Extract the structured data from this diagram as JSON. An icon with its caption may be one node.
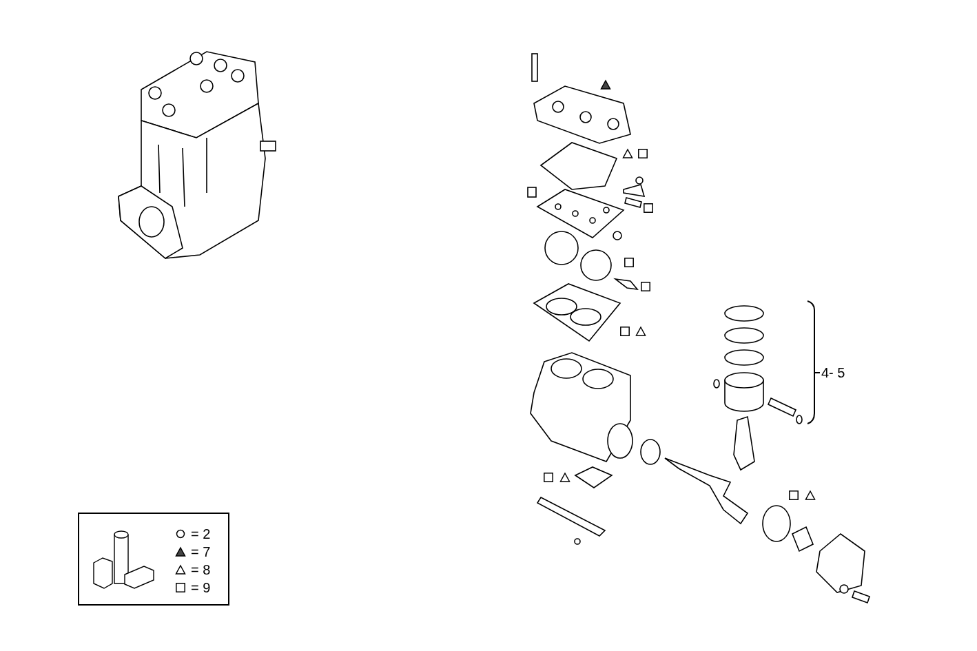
{
  "diagram": {
    "labels": [
      "4- 5"
    ],
    "legend": [
      {
        "text": "= 2"
      },
      {
        "text": "= 7"
      },
      {
        "text": "= 8"
      },
      {
        "text": "= 9"
      }
    ]
  }
}
